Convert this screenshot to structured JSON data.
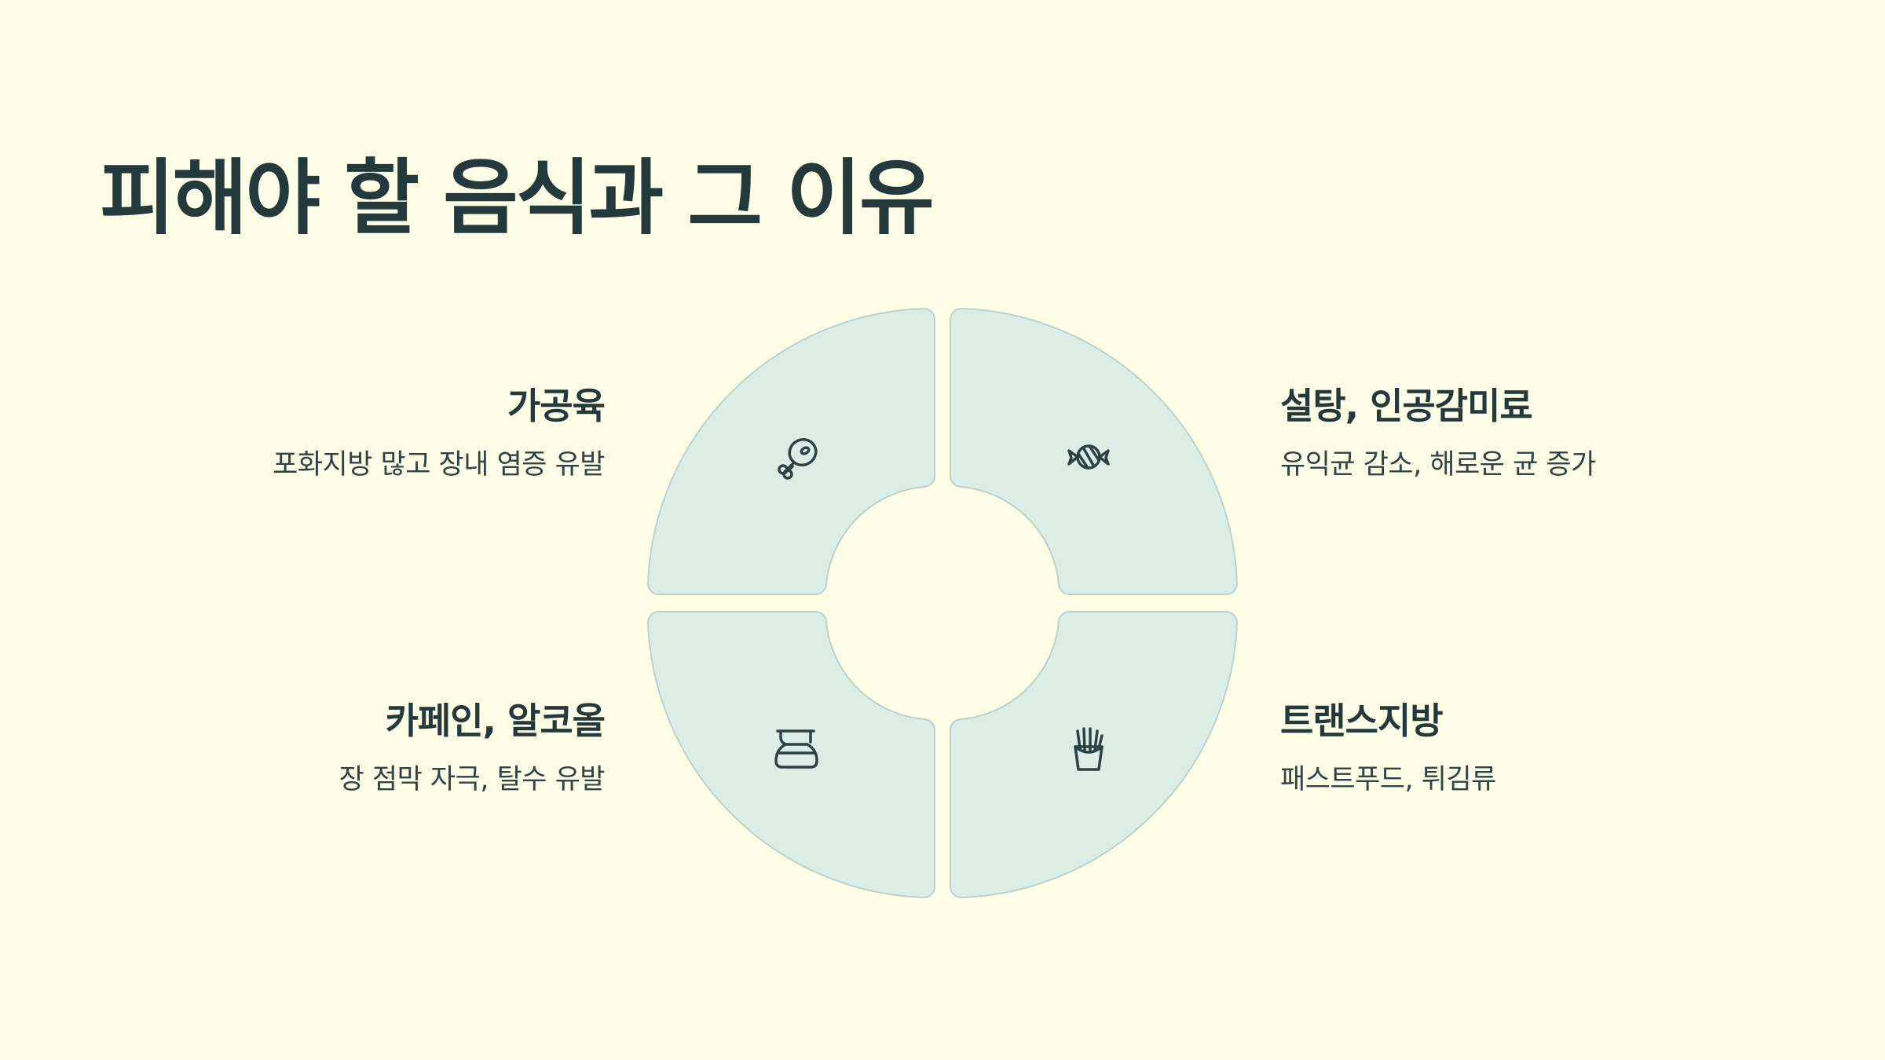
{
  "title": "피해야 할 음식과 그 이유",
  "quadrants": [
    {
      "position": "top-left",
      "title": "가공육",
      "description": "포화지방 많고 장내 염증 유발",
      "icon": "meat-drumstick-icon"
    },
    {
      "position": "top-right",
      "title": "설탕, 인공감미료",
      "description": "유익균 감소, 해로운 균 증가",
      "icon": "candy-icon"
    },
    {
      "position": "bottom-left",
      "title": "카페인, 알코올",
      "description": "장 점막 자극, 탈수 유발",
      "icon": "coffee-pot-icon"
    },
    {
      "position": "bottom-right",
      "title": "트랜스지방",
      "description": "패스트푸드, 튀김류",
      "icon": "french-fries-icon"
    }
  ],
  "colors": {
    "background": "#fefde6",
    "segment_fill": "#dcede5",
    "segment_stroke": "#b9d3cf",
    "text": "#24393b"
  }
}
